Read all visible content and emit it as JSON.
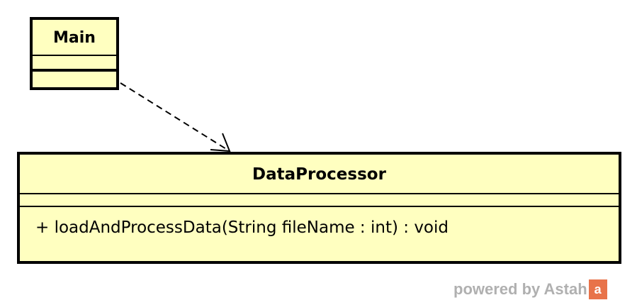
{
  "classes": {
    "main": {
      "name": "Main"
    },
    "data_processor": {
      "name": "DataProcessor",
      "operations": [
        "+ loadAndProcessData(String fileName : int) : void"
      ]
    }
  },
  "relationship": {
    "type": "dependency",
    "from": "Main",
    "to": "DataProcessor"
  },
  "watermark": {
    "text": "powered by Astah",
    "logo_color": "#e8734a"
  },
  "colors": {
    "class_fill": "#ffffc0",
    "border": "#000000",
    "watermark_text": "#b0b0b0"
  }
}
